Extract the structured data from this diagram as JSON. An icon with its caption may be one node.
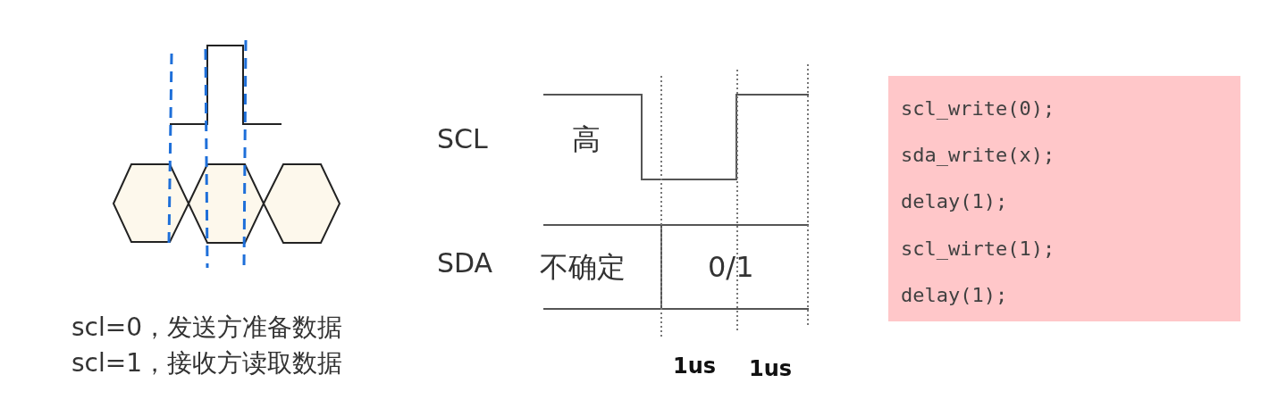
{
  "diagram": {
    "nodes": [
      {
        "text": [
          "scl_write(0);",
          "sda_write(x);",
          "delay(1);",
          "scl_wirte(1);",
          "delay(1);"
        ]
      }
    ],
    "labels": [
      "SCL",
      "高",
      "SDA",
      "不确定",
      "0/1",
      "1us",
      "1us",
      "scl=0，发送方准备数据",
      "scl=1，接收方读取数据"
    ]
  }
}
